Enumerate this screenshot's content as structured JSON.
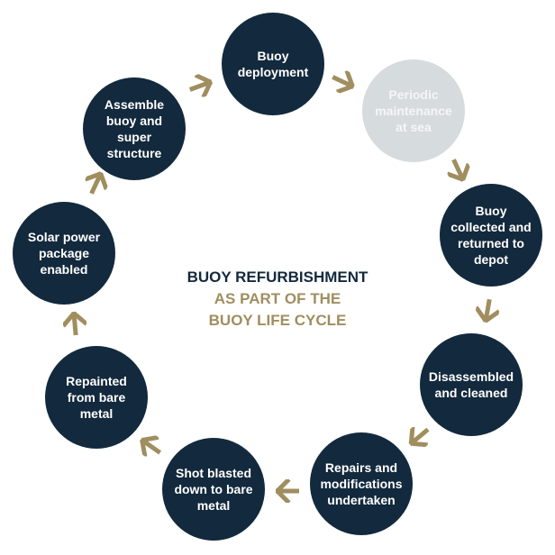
{
  "title": {
    "line1": "BUOY REFURBISHMENT",
    "line2": "AS PART OF THE",
    "line3": "BUOY LIFE CYCLE"
  },
  "colors": {
    "node_dark": "#13293d",
    "node_highlight": "#d6dbdd",
    "arrow": "#a08e5f",
    "title_primary": "#13293d",
    "title_secondary": "#a08e5f"
  },
  "steps": [
    {
      "label": "Buoy deployment"
    },
    {
      "label": "Periodic maintenance at sea"
    },
    {
      "label": "Buoy collected and returned to depot"
    },
    {
      "label": "Disassembled and cleaned"
    },
    {
      "label": "Repairs and modifications undertaken"
    },
    {
      "label": "Shot blasted down to bare metal"
    },
    {
      "label": "Repainted from bare metal"
    },
    {
      "label": "Solar power package enabled"
    },
    {
      "label": "Assemble buoy and super structure"
    }
  ],
  "arrow_icon": "chevron-arrow-icon"
}
